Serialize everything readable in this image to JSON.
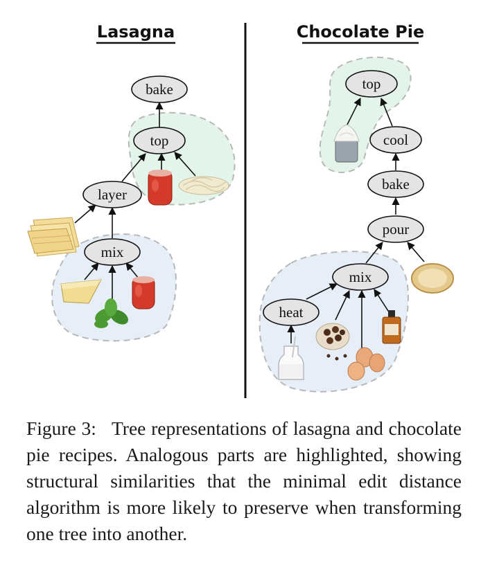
{
  "trees": {
    "lasagna": {
      "title": "Lasagna",
      "nodes": {
        "bake": "bake",
        "top": "top",
        "layer": "layer",
        "mix": "mix"
      }
    },
    "chocolate_pie": {
      "title": "Chocolate Pie",
      "nodes": {
        "top": "top",
        "cool": "cool",
        "bake": "bake",
        "pour": "pour",
        "mix": "mix",
        "heat": "heat"
      }
    }
  },
  "icons": {
    "lasagna": [
      "lasagna-sheets-icon",
      "tomato-sauce-jar-icon",
      "shredded-cheese-icon",
      "parmesan-cheese-icon",
      "basil-icon",
      "tomato-sauce-jar-icon"
    ],
    "chocolate_pie": [
      "whipped-cream-icon",
      "pie-crust-icon",
      "milk-bottle-icon",
      "chocolate-chips-icon",
      "eggs-icon",
      "vanilla-extract-icon"
    ]
  },
  "colors": {
    "highlight_green": "#e3f5ea",
    "highlight_blue": "#e6eef8",
    "node_fill": "#e4e4e4"
  },
  "caption": {
    "label": "Figure 3:",
    "text": "Tree representations of lasagna and chocolate pie recipes. Analogous parts are highlighted, showing structural similarities that the minimal edit distance algorithm is more likely to preserve when transforming one tree into another."
  }
}
